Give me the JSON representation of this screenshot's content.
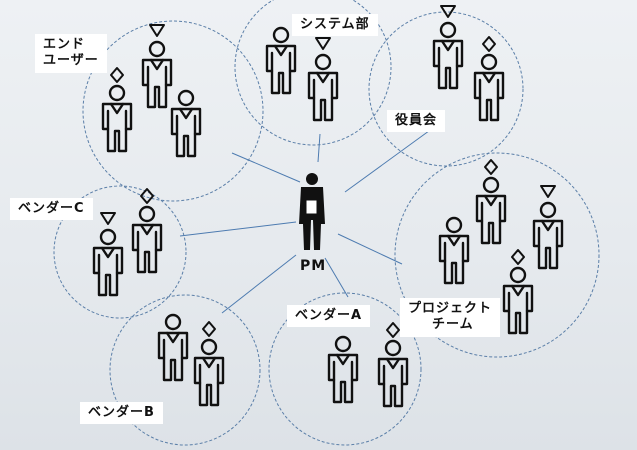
{
  "center": {
    "label": "PM"
  },
  "groups": [
    {
      "id": "end-user",
      "label_lines": [
        "エンド",
        "ユーザー"
      ]
    },
    {
      "id": "system",
      "label_lines": [
        "システム部"
      ]
    },
    {
      "id": "board",
      "label_lines": [
        "役員会"
      ]
    },
    {
      "id": "vendor-c",
      "label_lines": [
        "ベンダーC"
      ]
    },
    {
      "id": "project",
      "label_lines": [
        "プロジェクト",
        "チーム"
      ]
    },
    {
      "id": "vendor-a",
      "label_lines": [
        "ベンダーA"
      ]
    },
    {
      "id": "vendor-b",
      "label_lines": [
        "ベンダーB"
      ]
    }
  ],
  "colors": {
    "circle": "#5b7fa8",
    "connector": "#4d7bb0",
    "figure": "#111111"
  }
}
